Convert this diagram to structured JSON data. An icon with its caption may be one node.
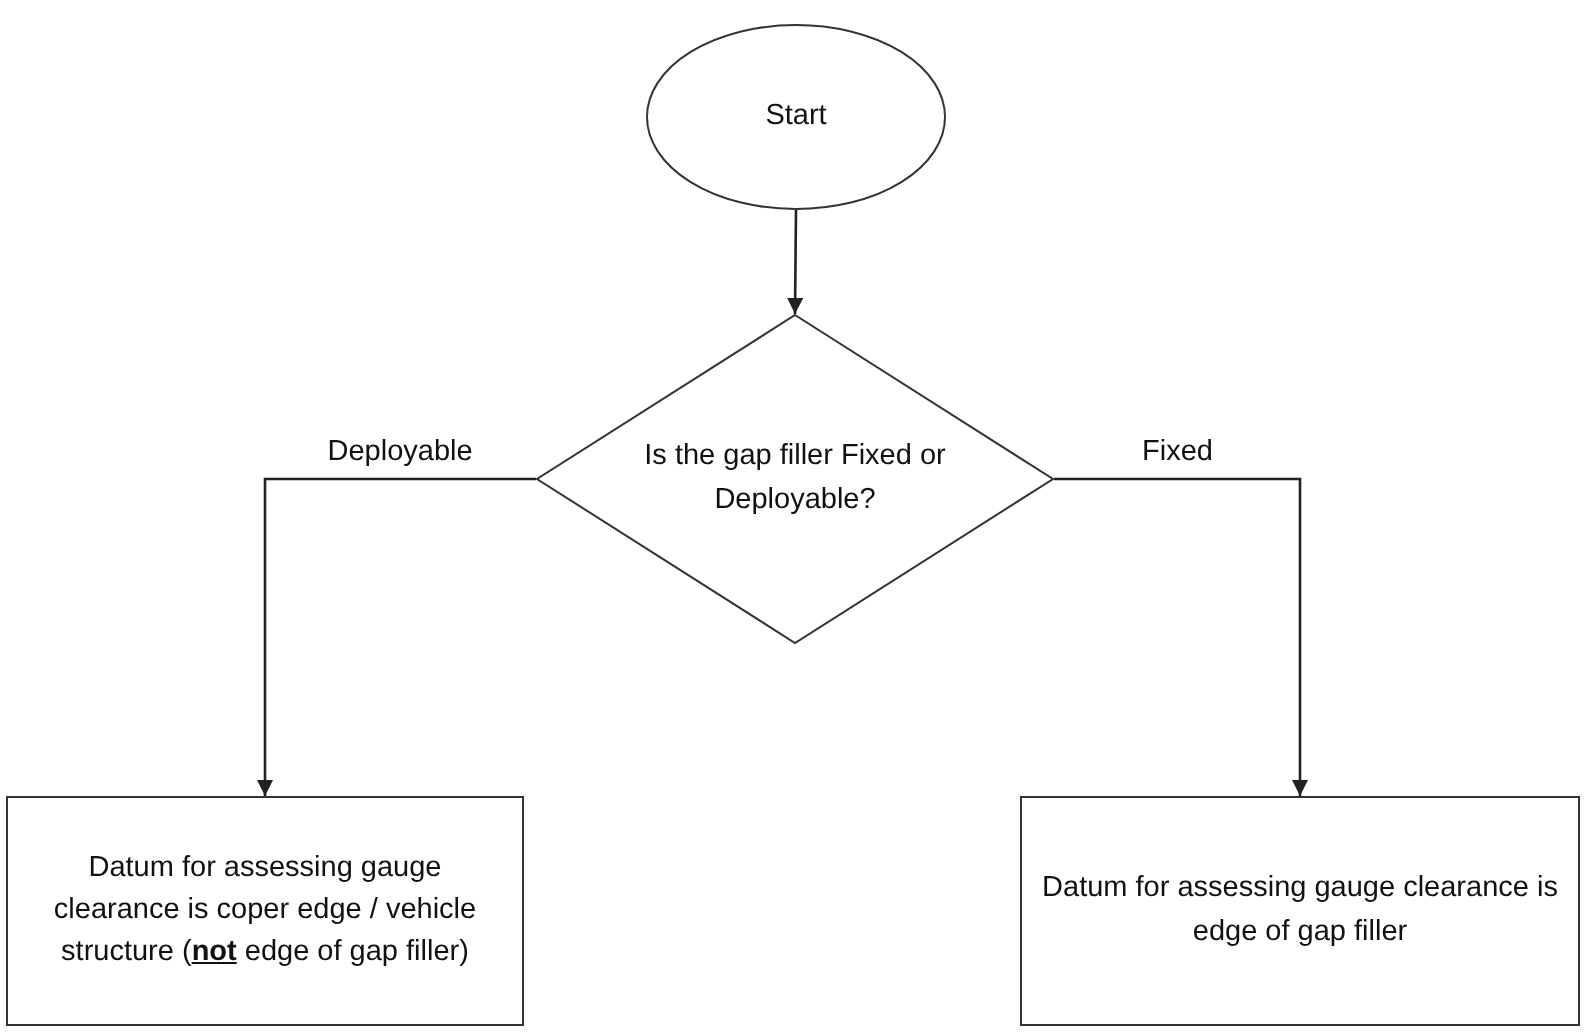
{
  "diagram": {
    "nodes": [
      {
        "text": [
          "Start"
        ]
      },
      {
        "text": [
          "Is the gap filler Fixed or Deployable?"
        ]
      },
      {
        "text": [
          "Datum for assessing gauge clearance is coper edge / vehicle structure (**not** edge of gap filler)"
        ]
      },
      {
        "text": [
          "Datum for assessing gauge clearance is edge of gap filler"
        ]
      }
    ],
    "edges": [
      {
        "from": 0,
        "to": 1,
        "arrow": "to"
      },
      {
        "from": 1,
        "to": 2,
        "arrow": "to",
        "label": "Deployable"
      },
      {
        "from": 1,
        "to": 3,
        "arrow": "to",
        "label": "Fixed"
      }
    ]
  }
}
